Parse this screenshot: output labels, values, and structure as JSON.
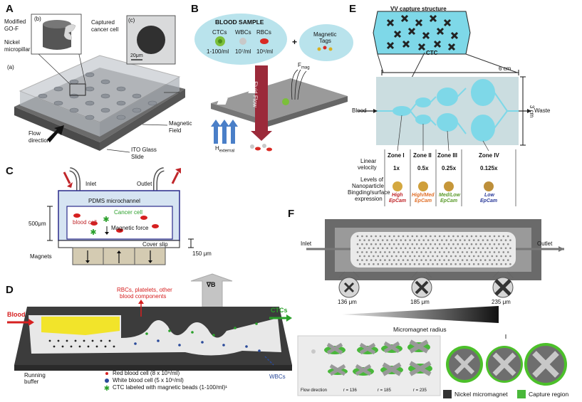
{
  "panels": {
    "A": {
      "letter": "A",
      "modified": "Modified",
      "gof": "GO-F",
      "nickel": "Nickel",
      "micropillar": "micropillar",
      "captured": "Captured",
      "cancer_cell": "cancer cell",
      "sub_a": "(a)",
      "sub_b": "(b)",
      "sub_c": "(c)",
      "scale": "20μm",
      "flow1": "Flow",
      "flow2": "direction",
      "mag1": "Magnetic",
      "mag2": "Field",
      "ito1": "ITO Glass",
      "ito2": "Slide"
    },
    "B": {
      "letter": "B",
      "title": "BLOOD SAMPLE",
      "ctcs": "CTCs",
      "wbcs": "WBCs",
      "rbcs": "RBCs",
      "ctc_conc": "1-100/ml",
      "wbc_conc": "10⁷/ml",
      "rbc_conc": "10⁹/ml",
      "plus": "+",
      "tags1": "Magnetic",
      "tags2": "Tags",
      "fluid": "Fluid Flow",
      "fmag": "F",
      "fmag_sub": "mag",
      "hext": "H",
      "hext_sub": "external"
    },
    "C": {
      "letter": "C",
      "inlet": "Inlet",
      "outlet": "Outlet",
      "pdms": "PDMS microchannel",
      "cancer": "Cancer cell",
      "blood": "blood cell",
      "force": "Magnetic force",
      "h500": "500μm",
      "cover": "Cover slip",
      "magnets": "Magnets",
      "h150": "150 μm"
    },
    "D": {
      "letter": "D",
      "rbc_top1": "RBCs, platelets, other",
      "rbc_top2": "blood components",
      "grad": "∇B",
      "blood": "Blood",
      "ctcs": "CTCs",
      "running1": "Running",
      "running2": "buffer",
      "wbcs": "WBCs",
      "leg1": "Red blood cell (8 x 10⁹/ml)",
      "leg2": "White blood cell (5 x 10⁶/ml)",
      "leg3": "CTC labeled with magnetic beads (1-100/ml)¹"
    },
    "E": {
      "letter": "E",
      "vv": "VV capture structure",
      "ctc": "CTC",
      "six": "6 cm",
      "three": "3 cm",
      "blood": "Blood",
      "waste": "Waste",
      "zones": [
        "Zone I",
        "Zone II",
        "Zone III",
        "Zone IV"
      ],
      "lin1": "Linear",
      "lin2": "velocity",
      "vel": [
        "1x",
        "0.5x",
        "0.25x",
        "0.125x"
      ],
      "lev1": "Levels of",
      "lev2": "Nanoparticle",
      "lev3": "Bingding/surface",
      "lev4": "expression",
      "exp_a": [
        "High",
        "High/Med",
        "Med/Low",
        "Low"
      ],
      "exp_b": [
        "EpCam",
        "EpCam",
        "EpCam",
        "EpCam"
      ],
      "exp_colors": [
        "#c0262a",
        "#e0702a",
        "#5a9a2a",
        "#2a3a9a"
      ]
    },
    "F": {
      "letter": "F",
      "inlet": "Inlet",
      "outlet": "Outlet",
      "r1": "136 μm",
      "r2": "185 μm",
      "r3": "235 μm",
      "radius": "Micromagnet radius",
      "flowdir": "Flow direction",
      "ra": "r = 136",
      "rb": "r = 185",
      "rc": "r = 235",
      "leg_nickel": "Nickel micromagnet",
      "leg_capture": "Capture region"
    }
  },
  "colors": {
    "yellow": "#f0e030",
    "cyan": "#7ed8e8",
    "green": "#49b83a",
    "red": "#d62020"
  }
}
